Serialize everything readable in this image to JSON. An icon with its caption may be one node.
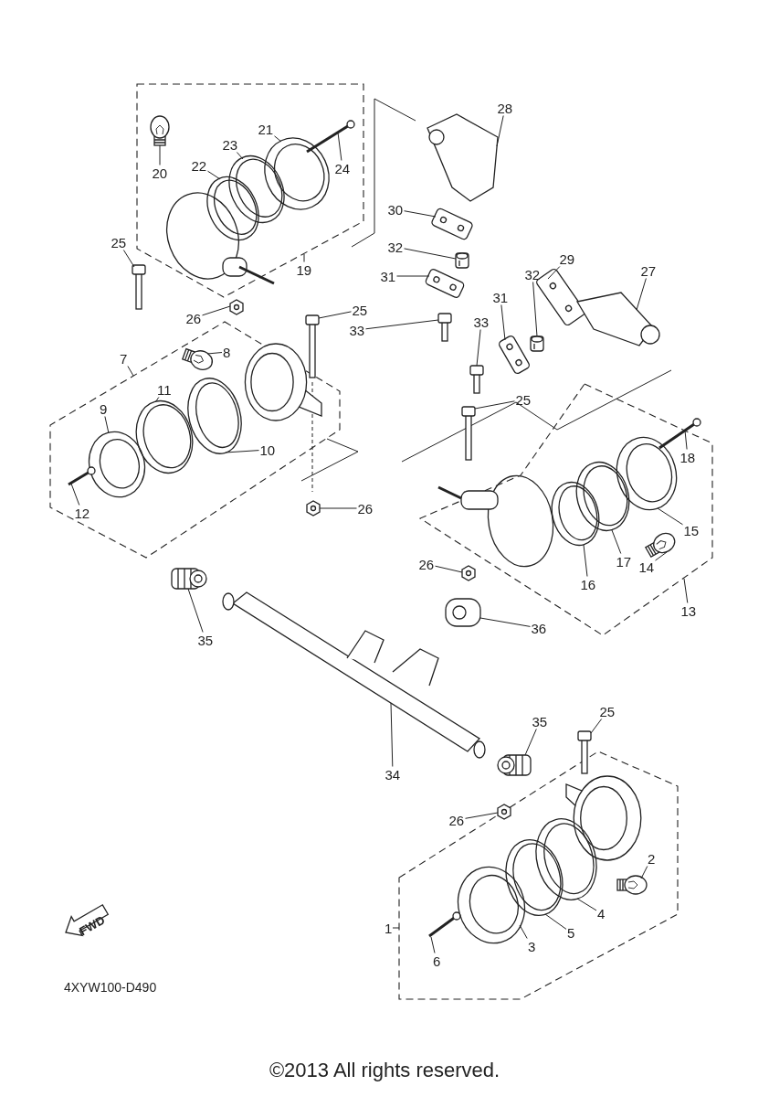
{
  "diagram": {
    "caption": "©2013 All rights reserved.",
    "nodes": [
      {
        "text": [
          "28"
        ]
      },
      {
        "text": [
          "21"
        ]
      },
      {
        "text": [
          "23"
        ]
      },
      {
        "text": [
          "24"
        ]
      },
      {
        "text": [
          "22"
        ]
      },
      {
        "text": [
          "20"
        ]
      },
      {
        "text": [
          "30"
        ]
      },
      {
        "text": [
          "32"
        ]
      },
      {
        "text": [
          "25"
        ]
      },
      {
        "text": [
          "19"
        ]
      },
      {
        "text": [
          "29"
        ]
      },
      {
        "text": [
          "27"
        ]
      },
      {
        "text": [
          "31"
        ]
      },
      {
        "text": [
          "32"
        ]
      },
      {
        "text": [
          "31"
        ]
      },
      {
        "text": [
          "26"
        ]
      },
      {
        "text": [
          "25"
        ]
      },
      {
        "text": [
          "33"
        ]
      },
      {
        "text": [
          "33"
        ]
      },
      {
        "text": [
          "8"
        ]
      },
      {
        "text": [
          "7"
        ]
      },
      {
        "text": [
          "11"
        ]
      },
      {
        "text": [
          "9"
        ]
      },
      {
        "text": [
          "25"
        ]
      },
      {
        "text": [
          "18"
        ]
      },
      {
        "text": [
          "10"
        ]
      },
      {
        "text": [
          "12"
        ]
      },
      {
        "text": [
          "26"
        ]
      },
      {
        "text": [
          "15"
        ]
      },
      {
        "text": [
          "26"
        ]
      },
      {
        "text": [
          "17"
        ]
      },
      {
        "text": [
          "14"
        ]
      },
      {
        "text": [
          "16"
        ]
      },
      {
        "text": [
          "13"
        ]
      },
      {
        "text": [
          "36"
        ]
      },
      {
        "text": [
          "35"
        ]
      },
      {
        "text": [
          "34"
        ]
      },
      {
        "text": [
          "35"
        ]
      },
      {
        "text": [
          "25"
        ]
      },
      {
        "text": [
          "26"
        ]
      },
      {
        "text": [
          "2"
        ]
      },
      {
        "text": [
          "4"
        ]
      },
      {
        "text": [
          "5"
        ]
      },
      {
        "text": [
          "1"
        ]
      },
      {
        "text": [
          "6"
        ]
      },
      {
        "text": [
          "3"
        ]
      },
      {
        "text": [],
        "shape": "picture"
      },
      {
        "text": [],
        "shape": "picture"
      },
      {
        "text": [],
        "shape": "picture"
      },
      {
        "text": [],
        "shape": "picture"
      },
      {
        "text": [],
        "shape": "picture"
      },
      {
        "text": [],
        "shape": "picture"
      },
      {
        "text": [],
        "shape": "picture"
      },
      {
        "text": [],
        "shape": "picture"
      },
      {
        "text": [],
        "shape": "picture"
      },
      {
        "text": [],
        "shape": "picture"
      },
      {
        "text": [],
        "shape": "picture"
      },
      {
        "text": [],
        "shape": "picture"
      },
      {
        "text": [],
        "shape": "picture"
      },
      {
        "text": [],
        "shape": "picture"
      },
      {
        "text": [],
        "shape": "picture"
      },
      {
        "text": [],
        "shape": "picture"
      },
      {
        "text": [],
        "shape": "picture"
      },
      {
        "text": [],
        "shape": "picture"
      },
      {
        "text": [],
        "shape": "picture"
      },
      {
        "text": [],
        "shape": "picture"
      },
      {
        "text": [],
        "shape": "picture"
      },
      {
        "text": [],
        "shape": "picture"
      },
      {
        "text": [],
        "shape": "picture"
      },
      {
        "text": [],
        "shape": "picture"
      },
      {
        "text": [],
        "shape": "picture"
      },
      {
        "text": [],
        "shape": "picture"
      },
      {
        "text": [],
        "shape": "picture"
      },
      {
        "text": [],
        "shape": "picture"
      },
      {
        "text": [],
        "shape": "picture"
      },
      {
        "text": [],
        "shape": "picture"
      },
      {
        "text": [],
        "shape": "picture"
      },
      {
        "text": [],
        "shape": "picture"
      },
      {
        "text": [],
        "shape": "picture"
      },
      {
        "text": [],
        "shape": "picture"
      },
      {
        "text": [],
        "shape": "picture"
      },
      {
        "text": [],
        "shape": "picture"
      },
      {
        "text": [],
        "shape": "picture"
      },
      {
        "text": [],
        "shape": "picture"
      },
      {
        "text": [],
        "shape": "picture"
      },
      {
        "text": [],
        "shape": "picture"
      },
      {
        "text": [],
        "shape": "picture"
      },
      {
        "text": [],
        "shape": "picture"
      }
    ],
    "edges": [
      {
        "from": 0,
        "to": 46,
        "arrow": "none"
      },
      {
        "from": 1,
        "to": 47,
        "arrow": "none"
      },
      {
        "from": 2,
        "to": 48,
        "arrow": "none"
      },
      {
        "from": 3,
        "to": 49,
        "arrow": "none"
      },
      {
        "from": 4,
        "to": 50,
        "arrow": "none"
      },
      {
        "from": 5,
        "to": 51,
        "arrow": "none"
      },
      {
        "from": 6,
        "to": 52,
        "arrow": "none"
      },
      {
        "from": 7,
        "to": 53,
        "arrow": "none"
      },
      {
        "from": 8,
        "to": 54,
        "arrow": "none"
      },
      {
        "from": 9,
        "to": null,
        "arrow": "none"
      },
      {
        "from": 10,
        "to": 55,
        "arrow": "none"
      },
      {
        "from": 11,
        "to": 56,
        "arrow": "none"
      },
      {
        "from": 12,
        "to": 57,
        "arrow": "none"
      },
      {
        "from": 13,
        "to": 58,
        "arrow": "none"
      },
      {
        "from": 14,
        "to": 59,
        "arrow": "none"
      },
      {
        "from": 15,
        "to": 60,
        "arrow": "none"
      },
      {
        "from": 16,
        "to": 61,
        "arrow": "none"
      },
      {
        "from": 17,
        "to": 62,
        "arrow": "none"
      },
      {
        "from": 18,
        "to": 63,
        "arrow": "none"
      },
      {
        "from": 19,
        "to": 64,
        "arrow": "none"
      },
      {
        "from": 20,
        "to": null,
        "arrow": "none"
      },
      {
        "from": 21,
        "to": 65,
        "arrow": "none"
      },
      {
        "from": 22,
        "to": 66,
        "arrow": "none"
      },
      {
        "from": 23,
        "to": 67,
        "arrow": "none"
      },
      {
        "from": 24,
        "to": 68,
        "arrow": "none"
      },
      {
        "from": 25,
        "to": 69,
        "arrow": "none"
      },
      {
        "from": 26,
        "to": 70,
        "arrow": "none"
      },
      {
        "from": 27,
        "to": 71,
        "arrow": "none"
      },
      {
        "from": 28,
        "to": 72,
        "arrow": "none"
      },
      {
        "from": 29,
        "to": 73,
        "arrow": "none"
      },
      {
        "from": 30,
        "to": 74,
        "arrow": "none"
      },
      {
        "from": 31,
        "to": 75,
        "arrow": "none"
      },
      {
        "from": 32,
        "to": 76,
        "arrow": "none"
      },
      {
        "from": 33,
        "to": null,
        "arrow": "none"
      },
      {
        "from": 34,
        "to": 77,
        "arrow": "none"
      },
      {
        "from": 35,
        "to": 78,
        "arrow": "none"
      },
      {
        "from": 36,
        "to": 79,
        "arrow": "none"
      },
      {
        "from": 37,
        "to": 80,
        "arrow": "none"
      },
      {
        "from": 38,
        "to": 81,
        "arrow": "none"
      },
      {
        "from": 39,
        "to": 82,
        "arrow": "none"
      },
      {
        "from": 40,
        "to": 83,
        "arrow": "none"
      },
      {
        "from": 41,
        "to": 84,
        "arrow": "none"
      },
      {
        "from": 42,
        "to": 85,
        "arrow": "none"
      },
      {
        "from": 43,
        "to": null,
        "arrow": "none"
      },
      {
        "from": 44,
        "to": 86,
        "arrow": "none"
      },
      {
        "from": 45,
        "to": 87,
        "arrow": "none"
      }
    ],
    "labels": [
      "FWD",
      "4XYW100-D490"
    ]
  }
}
